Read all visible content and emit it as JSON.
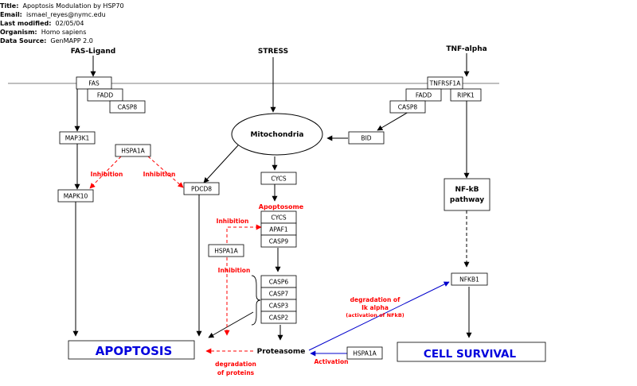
{
  "header": {
    "title_label": "Title:",
    "title_value": "Apoptosis Modulation by HSP70",
    "email_label": "Email:",
    "email_value": "ismael_reyes@nymc.edu",
    "modified_label": "Last modified:",
    "modified_value": "02/05/04",
    "organism_label": "Organism:",
    "organism_value": "Homo sapiens",
    "source_label": "Data Source:",
    "source_value": "GenMAPP 2.0"
  },
  "labels": {
    "fas_ligand": "FAS-Ligand",
    "stress": "STRESS",
    "tnf_alpha": "TNF-alpha",
    "mitochondria": "Mitochondria",
    "apoptosome": "Apoptosome",
    "proteasome": "Proteasome",
    "nfkb_pathway_1": "NF-kB",
    "nfkb_pathway_2": "pathway",
    "apoptosis": "APOPTOSIS",
    "cell_survival": "CELL SURVIVAL"
  },
  "genes": {
    "fas": "FAS",
    "fadd_left": "FADD",
    "casp8_left": "CASP8",
    "tnfrsf1a": "TNFRSF1A",
    "fadd_right": "FADD",
    "ripk1": "RIPK1",
    "casp8_right": "CASP8",
    "map3k1": "MAP3K1",
    "hspa1a_top": "HSPA1A",
    "mapk10": "MAPK10",
    "pdcd8": "PDCD8",
    "bid": "BID",
    "cycs_top": "CYCS",
    "cycs": "CYCS",
    "apaf1": "APAF1",
    "casp9": "CASP9",
    "hspa1a_mid": "HSPA1A",
    "casp6": "CASP6",
    "casp7": "CASP7",
    "casp3": "CASP3",
    "casp2": "CASP2",
    "nfkb1": "NFKB1",
    "hspa1a_bottom": "HSPA1A"
  },
  "annotations": {
    "inhibition_left": "Inhibition",
    "inhibition_right": "Inhibition",
    "inhibition_apaf": "Inhibition",
    "inhibition_casp": "Inhibition",
    "degradation_ik_1": "degradation of",
    "degradation_ik_2": "Ik alpha",
    "degradation_ik_3": "(activation of NFkB)",
    "activation": "Activation",
    "degradation_proteins_1": "degradation",
    "degradation_proteins_2": "of proteins"
  },
  "colors": {
    "inhibition": "#ff0000",
    "activation": "#0000cc",
    "outcome_text": "#0000dd",
    "line": "#000000"
  }
}
